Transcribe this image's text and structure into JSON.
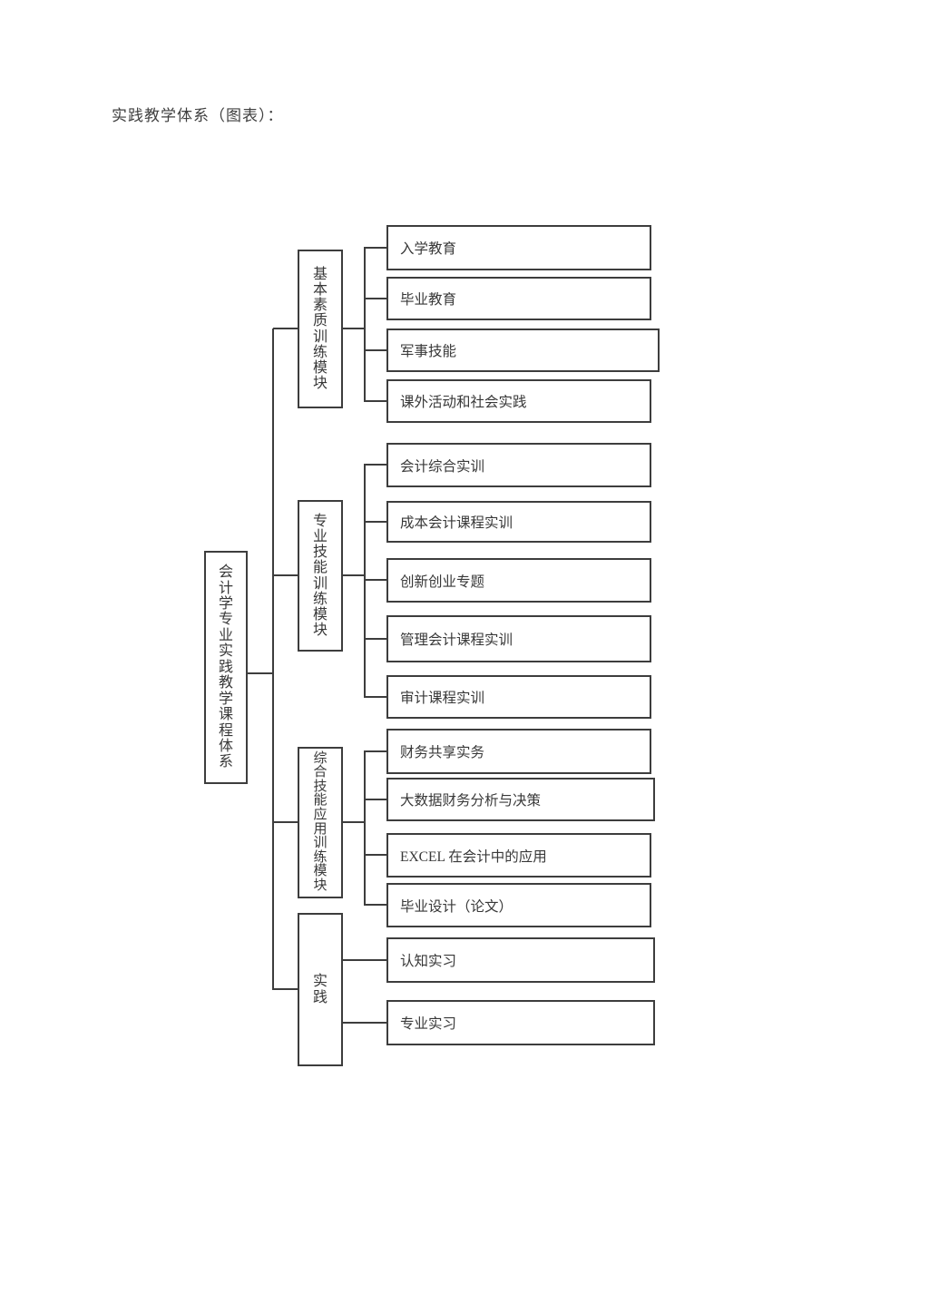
{
  "page": {
    "title": "实践教学体系（图表）："
  },
  "diagram": {
    "type": "tree",
    "orientation": "left-to-right",
    "line_color": "#3d3d3d",
    "box_background": "#ffffff",
    "root": {
      "label": "会计学专业实践教学课程体系"
    },
    "modules": [
      {
        "label": "基本素质训练模块",
        "children": [
          "入学教育",
          "毕业教育",
          "军事技能",
          "课外活动和社会实践"
        ]
      },
      {
        "label": "专业技能训练模块",
        "children": [
          "会计综合实训",
          "成本会计课程实训",
          "创新创业专题",
          "管理会计课程实训",
          "审计课程实训"
        ]
      },
      {
        "label": "综合技能应用训练模块",
        "children": [
          "财务共享实务",
          "大数据财务分析与决策",
          "EXCEL 在会计中的应用",
          "毕业设计（论文）"
        ]
      },
      {
        "label": "实践",
        "children": [
          "认知实习",
          "专业实习"
        ]
      }
    ]
  }
}
